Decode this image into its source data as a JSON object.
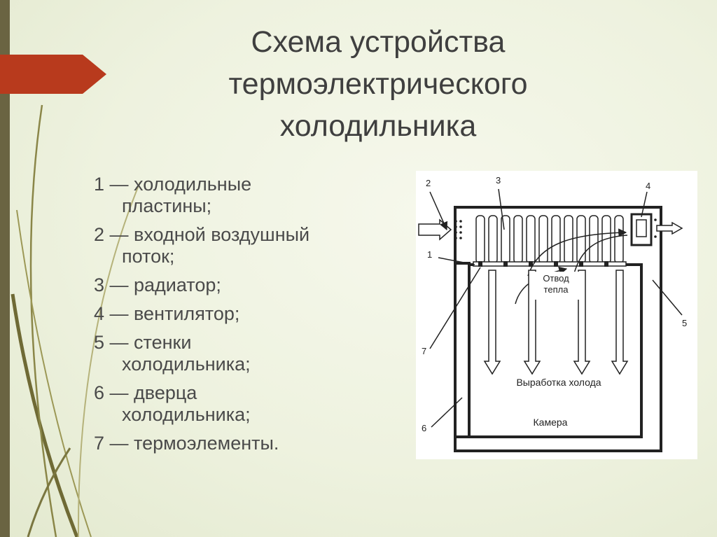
{
  "slide": {
    "title_lines": [
      "Схема устройства",
      "термоэлектрического",
      "холодильника"
    ]
  },
  "legend": [
    {
      "lines": [
        "1 — холодильные",
        "пластины;"
      ]
    },
    {
      "lines": [
        "2 — входной воздушный",
        "поток;"
      ]
    },
    {
      "lines": [
        "3 — радиатор;"
      ]
    },
    {
      "lines": [
        "4 — вентилятор;"
      ]
    },
    {
      "lines": [
        "5 — стенки",
        "холодильника;"
      ]
    },
    {
      "lines": [
        "6 — дверца",
        "холодильника;"
      ]
    },
    {
      "lines": [
        "7 — термоэлементы."
      ]
    }
  ],
  "diagram": {
    "callouts": [
      "1",
      "2",
      "3",
      "4",
      "5",
      "6",
      "7"
    ],
    "labels": {
      "heat_removal": [
        "Отвод",
        "тепла"
      ],
      "cold_generation": "Выработка холода",
      "chamber": "Камера"
    }
  },
  "colors": {
    "accent_arrow": "#b83a1d",
    "side_bar": "#6a6442",
    "stem": "#6f6a35",
    "text": "#3f3f3f"
  }
}
